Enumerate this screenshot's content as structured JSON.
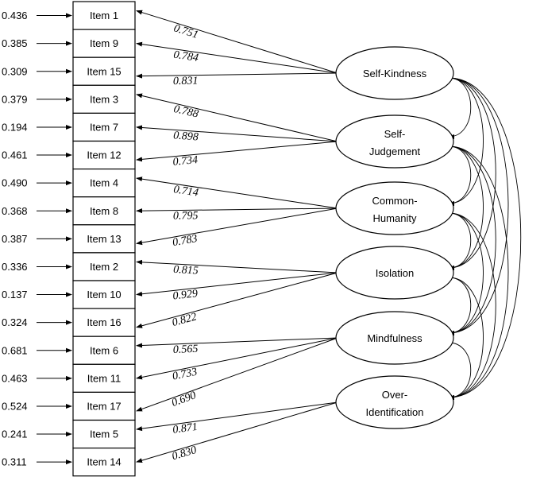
{
  "items": [
    {
      "label": "Item 1",
      "error": "0.436"
    },
    {
      "label": "Item 9",
      "error": "0.385"
    },
    {
      "label": "Item 15",
      "error": "0.309"
    },
    {
      "label": "Item 3",
      "error": "0.379"
    },
    {
      "label": "Item 7",
      "error": "0.194"
    },
    {
      "label": "Item 12",
      "error": "0.461"
    },
    {
      "label": "Item 4",
      "error": "0.490"
    },
    {
      "label": "Item 8",
      "error": "0.368"
    },
    {
      "label": "Item 13",
      "error": "0.387"
    },
    {
      "label": "Item 2",
      "error": "0.336"
    },
    {
      "label": "Item 10",
      "error": "0.137"
    },
    {
      "label": "Item 16",
      "error": "0.324"
    },
    {
      "label": "Item 6",
      "error": "0.681"
    },
    {
      "label": "Item 11",
      "error": "0.463"
    },
    {
      "label": "Item 17",
      "error": "0.524"
    },
    {
      "label": "Item 5",
      "error": "0.241"
    },
    {
      "label": "Item 14",
      "error": "0.311"
    }
  ],
  "factors": [
    {
      "lines": [
        "Self-Kindness"
      ]
    },
    {
      "lines": [
        "Self-",
        "Judgement"
      ]
    },
    {
      "lines": [
        "Common-",
        "Humanity"
      ]
    },
    {
      "lines": [
        "Isolation"
      ]
    },
    {
      "lines": [
        "Mindfulness"
      ]
    },
    {
      "lines": [
        "Over-",
        "Identification"
      ]
    }
  ],
  "loadings": [
    {
      "factor": 0,
      "item": 0,
      "value": "0.751"
    },
    {
      "factor": 0,
      "item": 1,
      "value": "0.784"
    },
    {
      "factor": 0,
      "item": 2,
      "value": "0.831"
    },
    {
      "factor": 1,
      "item": 3,
      "value": "0.788"
    },
    {
      "factor": 1,
      "item": 4,
      "value": "0.898"
    },
    {
      "factor": 1,
      "item": 5,
      "value": "0.734"
    },
    {
      "factor": 2,
      "item": 6,
      "value": "0.714"
    },
    {
      "factor": 2,
      "item": 7,
      "value": "0.795"
    },
    {
      "factor": 2,
      "item": 8,
      "value": "0.783"
    },
    {
      "factor": 3,
      "item": 9,
      "value": "0.815"
    },
    {
      "factor": 3,
      "item": 10,
      "value": "0.929"
    },
    {
      "factor": 3,
      "item": 11,
      "value": "0.822"
    },
    {
      "factor": 4,
      "item": 12,
      "value": "0.565"
    },
    {
      "factor": 4,
      "item": 13,
      "value": "0.733"
    },
    {
      "factor": 4,
      "item": 14,
      "value": "0.690"
    },
    {
      "factor": 5,
      "item": 15,
      "value": "0.871"
    },
    {
      "factor": 5,
      "item": 16,
      "value": "0.830"
    }
  ]
}
